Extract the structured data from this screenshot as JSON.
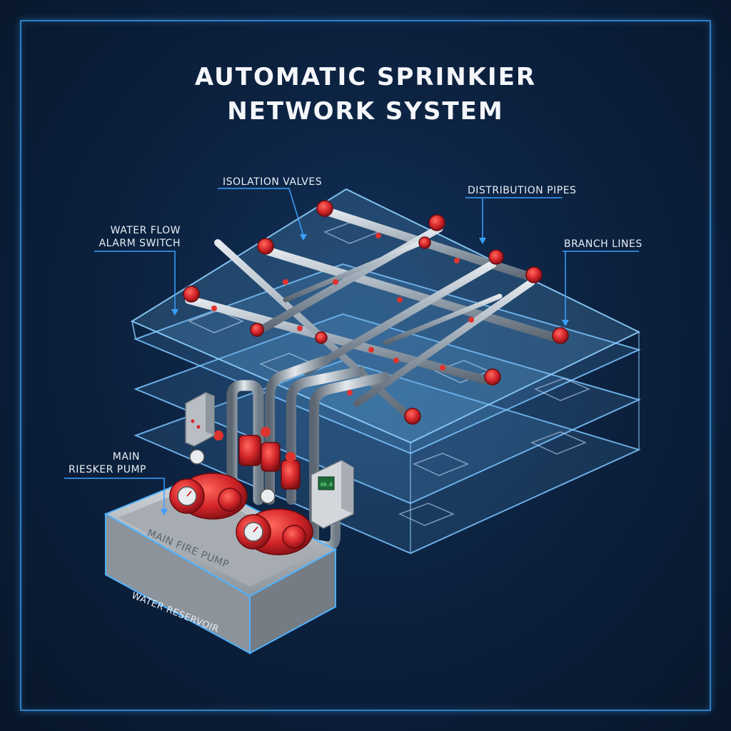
{
  "title": {
    "line1": "AUTOMATIC SPRINKIER",
    "line2": "NETWORK SYSTEM"
  },
  "labels": {
    "isolation_valves": "ISOLATION VALVES",
    "distribution_pipes": "DISTRIBUTION PIPES",
    "water_flow_line1": "WATER FLOW",
    "water_flow_line2": "ALARM SWITCH",
    "branch_lines": "BRANCH LINES",
    "main_riser_line1": "MAIN",
    "main_riser_line2": "RIESKER PUMP",
    "main_fire_pump": "MAIN FIRE PUMP",
    "water_reservoir": "WATER RESERVOIR"
  },
  "colors": {
    "background": "#0c2240",
    "frame": "#2f7fc6",
    "floor_slab": "#5fa8e0",
    "pipe": "#9aa7b3",
    "valve_red": "#d5262b",
    "reservoir": "#b9bec4",
    "callout_line": "#3aa0ff",
    "text": "#e8eef6"
  }
}
